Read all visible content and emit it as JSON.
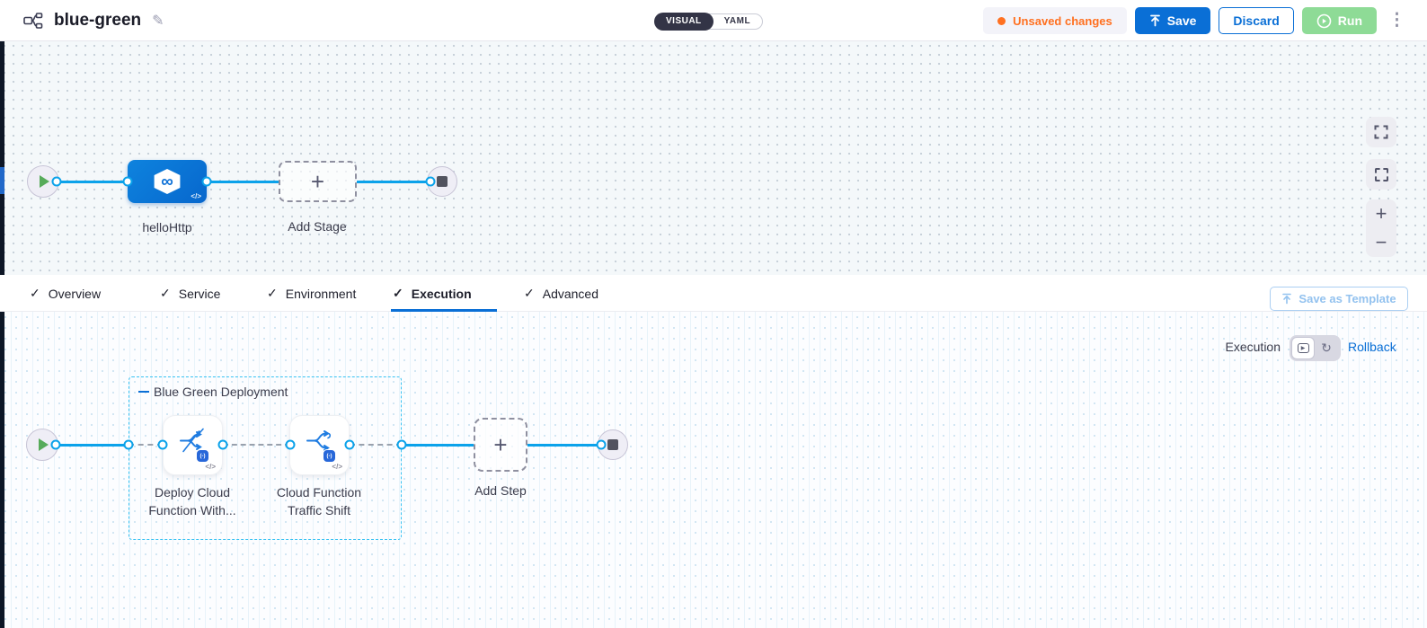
{
  "header": {
    "title": "blue-green",
    "mode_toggle": {
      "options": [
        "VISUAL",
        "YAML"
      ],
      "selected": "VISUAL"
    },
    "unsaved_badge": "Unsaved changes",
    "buttons": {
      "save": "Save",
      "discard": "Discard",
      "run": "Run"
    }
  },
  "stage_canvas": {
    "stage_name": "helloHttp",
    "add_stage": "Add Stage"
  },
  "tabs": [
    {
      "label": "Overview",
      "checked": true,
      "active": false
    },
    {
      "label": "Service",
      "checked": true,
      "active": false
    },
    {
      "label": "Environment",
      "checked": true,
      "active": false
    },
    {
      "label": "Execution",
      "checked": true,
      "active": true
    },
    {
      "label": "Advanced",
      "checked": true,
      "active": false
    }
  ],
  "toolbar": {
    "save_as_template": "Save as Template"
  },
  "execution_canvas": {
    "mode_label": "Execution",
    "rollback_link": "Rollback",
    "group_label": "Blue Green Deployment",
    "steps": [
      {
        "label": "Deploy Cloud Function With..."
      },
      {
        "label": "Cloud Function Traffic Shift"
      }
    ],
    "add_step": "Add Step"
  },
  "icons": {
    "check": "✓",
    "plus": "+",
    "minus": "−",
    "kebab": "⋮",
    "pencil": "✎",
    "infinity": "∞",
    "code": "</>",
    "badge_minus": "(-)",
    "rollback": "↻",
    "mini_play": "▶"
  },
  "colors": {
    "accent_blue": "#0a6fd6",
    "connector_blue": "#0ba2ea",
    "unsaved_orange": "#ff7020",
    "run_green": "#8edb96",
    "toggle_dark": "#333446",
    "group_border_cyan": "#38c2f2",
    "canvas_bg": "#f4f8fa",
    "nav_strip_dark": "#0d1626"
  }
}
